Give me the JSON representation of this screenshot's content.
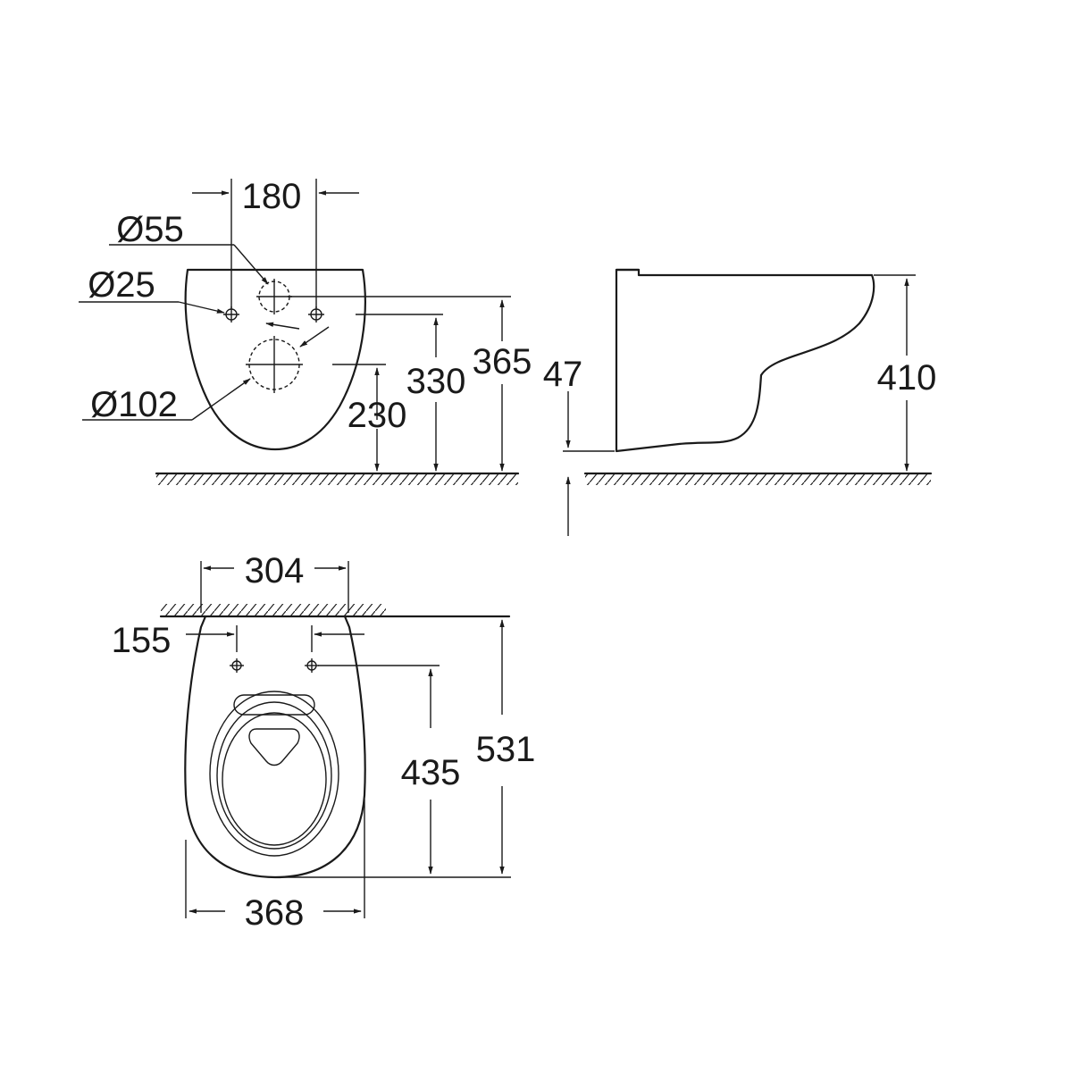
{
  "dimensions": {
    "front_bolt_spacing": "180",
    "diameter_55": "Ø55",
    "diameter_25": "Ø25",
    "diameter_102": "Ø102",
    "height_230": "230",
    "height_330": "330",
    "height_365": "365",
    "side_offset_47": "47",
    "side_height_410": "410",
    "top_width_304": "304",
    "top_offset_155": "155",
    "top_length_435": "435",
    "top_length_531": "531",
    "top_width_368": "368"
  },
  "colors": {
    "line": "#1a1a1a",
    "background": "#ffffff"
  }
}
